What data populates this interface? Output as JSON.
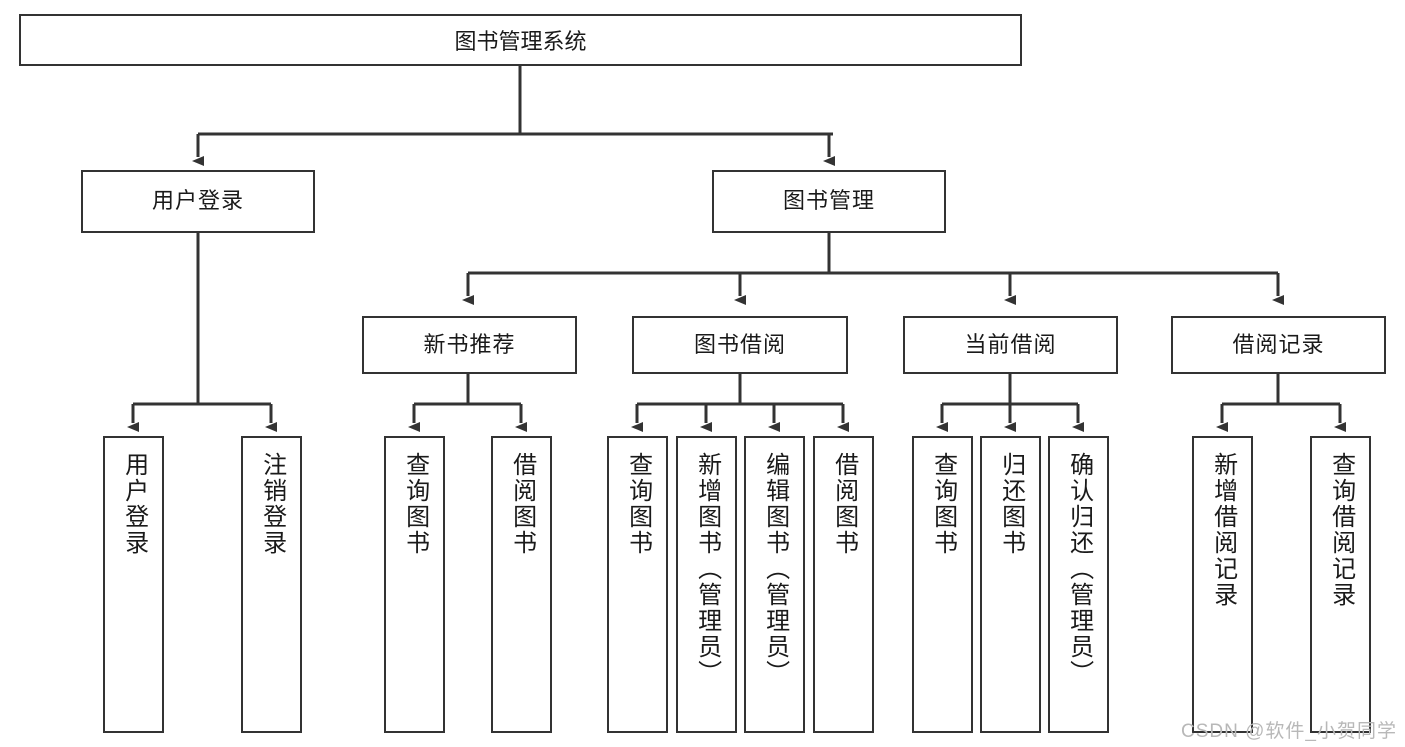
{
  "diagram": {
    "title": "图书管理系统",
    "type": "hierarchy-tree",
    "watermark": "CSDN @软件_小贺同学",
    "colors": {
      "box_border": "#333333",
      "box_fill": "#ffffff",
      "connector": "#333333",
      "text": "#1a1a1a",
      "watermark": "#b8b8b8",
      "background": "#ffffff"
    },
    "root": {
      "label": "图书管理系统"
    },
    "level2": [
      {
        "label": "用户登录"
      },
      {
        "label": "图书管理"
      }
    ],
    "level3": [
      {
        "label": "新书推荐"
      },
      {
        "label": "图书借阅"
      },
      {
        "label": "当前借阅"
      },
      {
        "label": "借阅记录"
      }
    ],
    "leaves": {
      "user_login": [
        {
          "label": "用户登录"
        },
        {
          "label": "注销登录"
        }
      ],
      "new_book_recommend": [
        {
          "label": "查询图书"
        },
        {
          "label": "借阅图书"
        }
      ],
      "book_borrow": [
        {
          "label": "查询图书"
        },
        {
          "label": "新增图书（管理员）"
        },
        {
          "label": "编辑图书（管理员）"
        },
        {
          "label": "借阅图书"
        }
      ],
      "current_borrow": [
        {
          "label": "查询图书"
        },
        {
          "label": "归还图书"
        },
        {
          "label": "确认归还（管理员）"
        }
      ],
      "borrow_record": [
        {
          "label": "新增借阅记录"
        },
        {
          "label": "查询借阅记录"
        }
      ]
    }
  }
}
